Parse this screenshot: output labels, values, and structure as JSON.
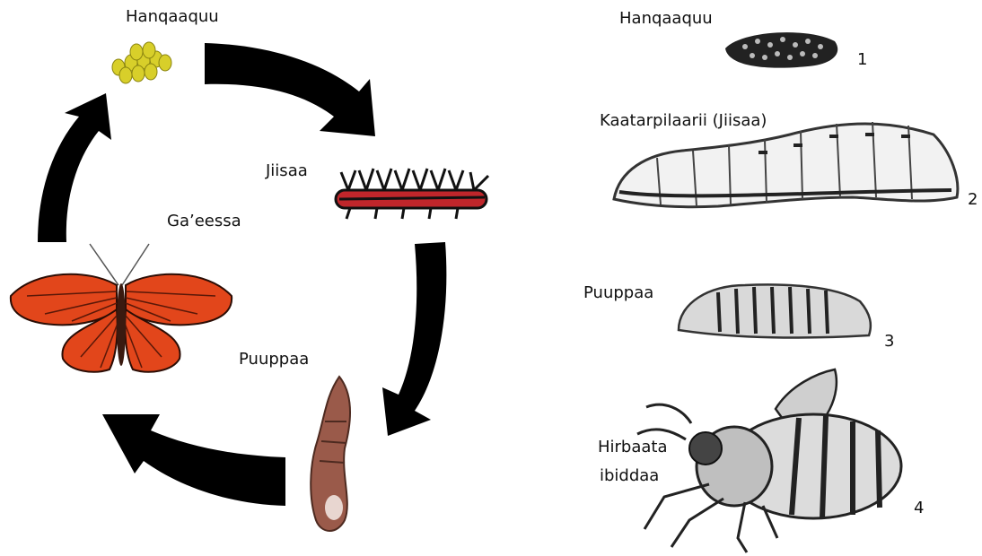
{
  "left_cycle": {
    "stages": {
      "egg": "Hanqaaquu",
      "larva": "Jiisaa",
      "pupa": "Puuppaa",
      "adult": "Ga’eessa"
    },
    "colors": {
      "arrow": "#000000",
      "egg": "#d8cf2a",
      "caterpillar_body": "#c0262b",
      "pupa": "#9a5a4a",
      "butterfly_wing": "#e2461b"
    }
  },
  "right_panel": {
    "stages": [
      {
        "label": "Hanqaaquu",
        "number": "1"
      },
      {
        "label": "Kaatarpilaarii (Jiisaa)",
        "number": "2"
      },
      {
        "label": "Puuppaa",
        "number": "3"
      },
      {
        "label": "Hirbaata",
        "label2": "ibiddaa",
        "number": "4"
      }
    ]
  }
}
